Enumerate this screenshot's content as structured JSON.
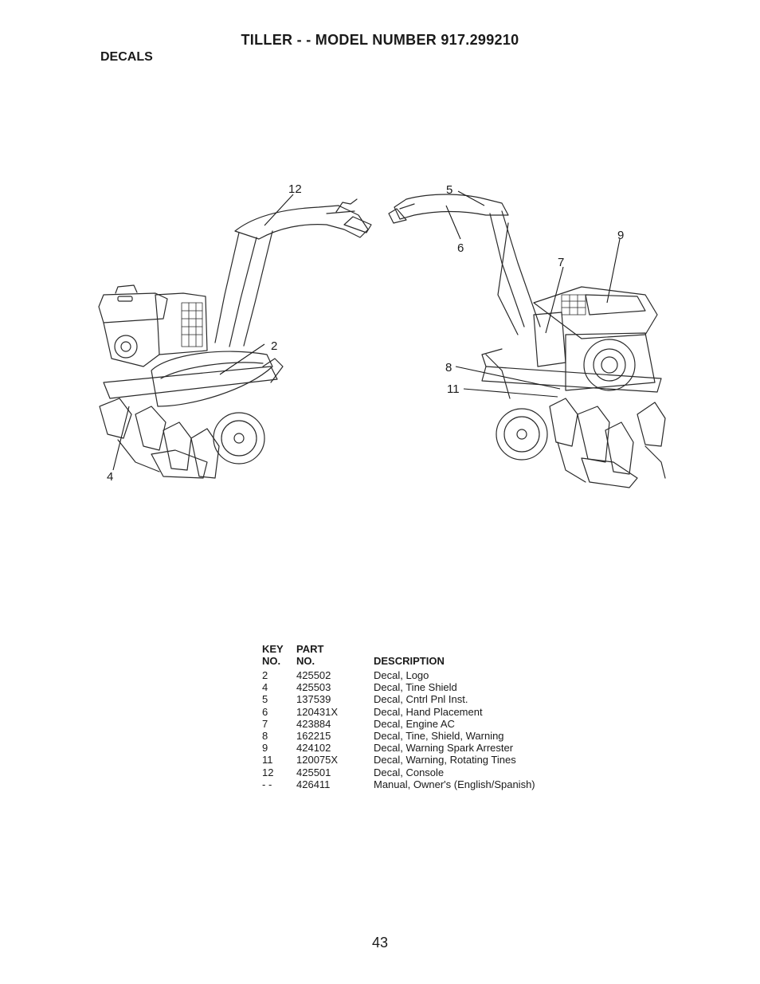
{
  "header": {
    "title": "TILLER - - MODEL NUMBER 917.299210",
    "section": "DECALS"
  },
  "figure": {
    "callouts": [
      "12",
      "2",
      "4",
      "5",
      "6",
      "9",
      "7",
      "8",
      "11"
    ]
  },
  "parts_table": {
    "headers": {
      "key_line1": "KEY",
      "part_line1": "PART",
      "key_line2": "NO.",
      "part_line2": "NO.",
      "description": "DESCRIPTION"
    },
    "rows": [
      {
        "key": "2",
        "part": "425502",
        "description": "Decal, Logo"
      },
      {
        "key": "4",
        "part": "425503",
        "description": "Decal, Tine Shield"
      },
      {
        "key": "5",
        "part": "137539",
        "description": "Decal, Cntrl Pnl Inst."
      },
      {
        "key": "6",
        "part": "120431X",
        "description": "Decal, Hand Placement"
      },
      {
        "key": "7",
        "part": "423884",
        "description": "Decal, Engine AC"
      },
      {
        "key": "8",
        "part": "162215",
        "description": "Decal, Tine, Shield, Warning"
      },
      {
        "key": "9",
        "part": "424102",
        "description": "Decal, Warning Spark Arrester"
      },
      {
        "key": "11",
        "part": "120075X",
        "description": "Decal, Warning, Rotating Tines"
      },
      {
        "key": "12",
        "part": "425501",
        "description": "Decal, Console"
      },
      {
        "key": "- -",
        "part": "426411",
        "description": "Manual, Owner's (English/Spanish)"
      }
    ]
  },
  "footer": {
    "page_number": "43"
  }
}
